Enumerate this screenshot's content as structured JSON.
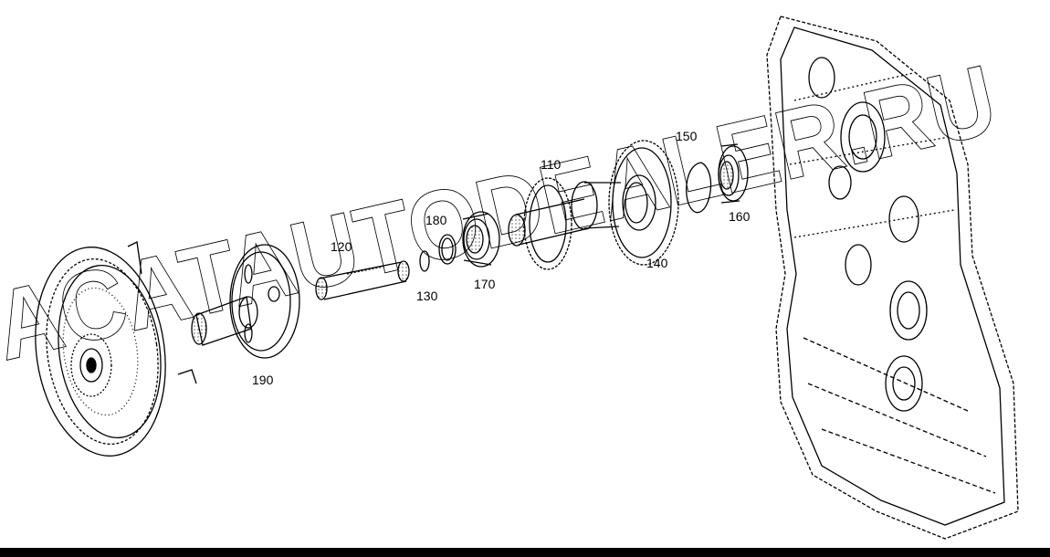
{
  "watermark": "ACATAUTODEALER.RU",
  "labels": {
    "p110": "110",
    "p120": "120",
    "p130": "130",
    "p140": "140",
    "p150": "150",
    "p160": "160",
    "p170": "170",
    "p180": "180",
    "p190": "190"
  },
  "colors": {
    "line": "#000000",
    "background": "#ffffff"
  }
}
